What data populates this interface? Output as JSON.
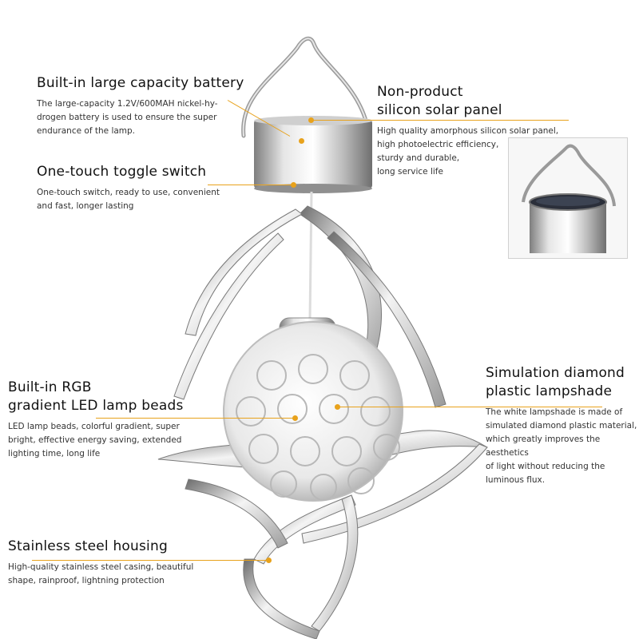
{
  "features": {
    "battery": {
      "title": "Built-in large capacity battery",
      "desc": "The large-capacity 1.2V/600MAH nickel-hy-\ndrogen battery is used to ensure the super\nendurance of the lamp."
    },
    "solar": {
      "title": "Non-product\nsilicon solar panel",
      "desc": "High quality amorphous silicon solar panel,\nhigh photoelectric efficiency,\nsturdy and durable,\nlong service life"
    },
    "switch": {
      "title": "One-touch toggle switch",
      "desc": "One-touch switch, ready to use, convenient\nand fast, longer lasting"
    },
    "led": {
      "title": "Built-in RGB\ngradient LED lamp beads",
      "desc": "LED lamp beads, colorful gradient, super\nbright, effective energy saving, extended\nlighting time, long life"
    },
    "lampshade": {
      "title": "Simulation diamond\nplastic lampshade",
      "desc": "The white lampshade is made of\nsimulated diamond plastic material,\nwhich greatly improves the aesthetics\nof light without reducing the\nluminous flux."
    },
    "housing": {
      "title": "Stainless steel housing",
      "desc": "High-quality stainless steel casing, beautiful\nshape, rainproof, lightning protection"
    }
  },
  "colors": {
    "accent": "#e8a21c",
    "metal_light": "#f2f2f2",
    "metal_dark": "#8a8a8a"
  }
}
